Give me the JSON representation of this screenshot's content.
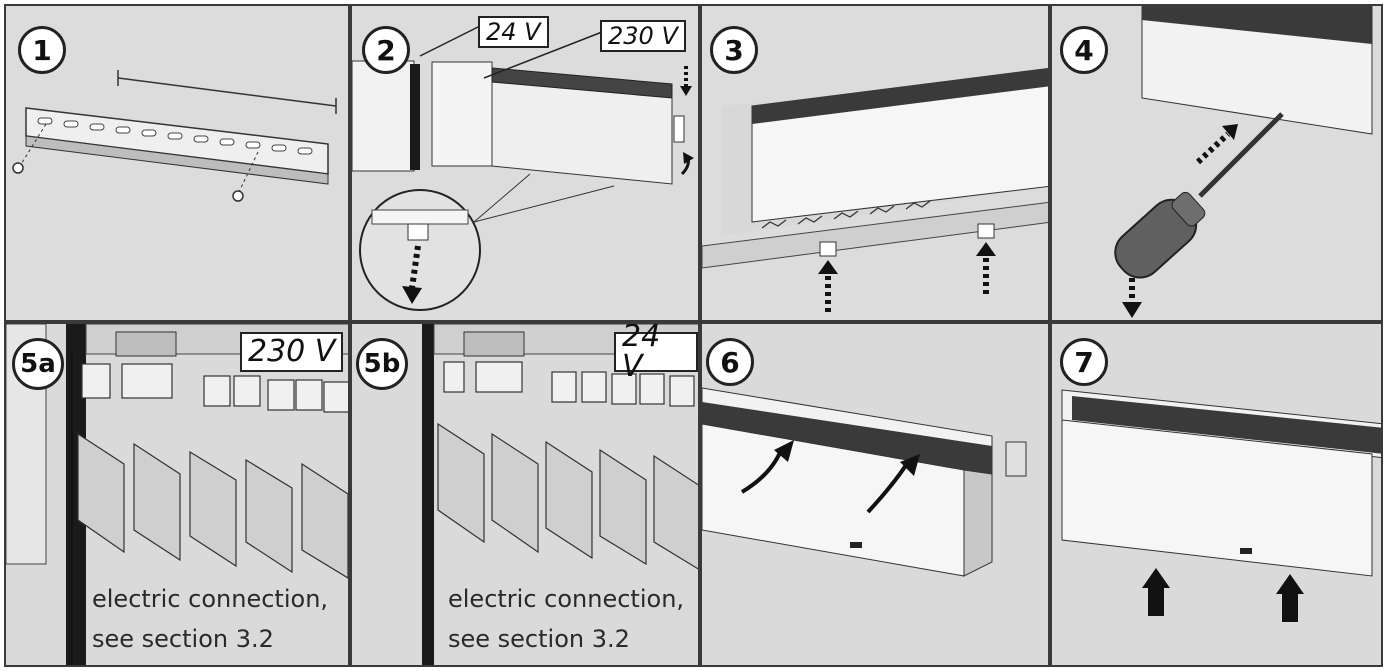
{
  "steps": {
    "s1": "1",
    "s2": "2",
    "s3": "3",
    "s4": "4",
    "s5a": "5a",
    "s5b": "5b",
    "s6": "6",
    "s7": "7"
  },
  "voltage_labels": {
    "panel2_low": "24 V",
    "panel2_high": "230 V",
    "panel5a": "230 V",
    "panel5b": "24 V"
  },
  "captions": {
    "panel5a_line1": "electric connection,",
    "panel5a_line2": "see section 3.2",
    "panel5b_line1": "electric connection,",
    "panel5b_line2": "see section 3.2"
  }
}
